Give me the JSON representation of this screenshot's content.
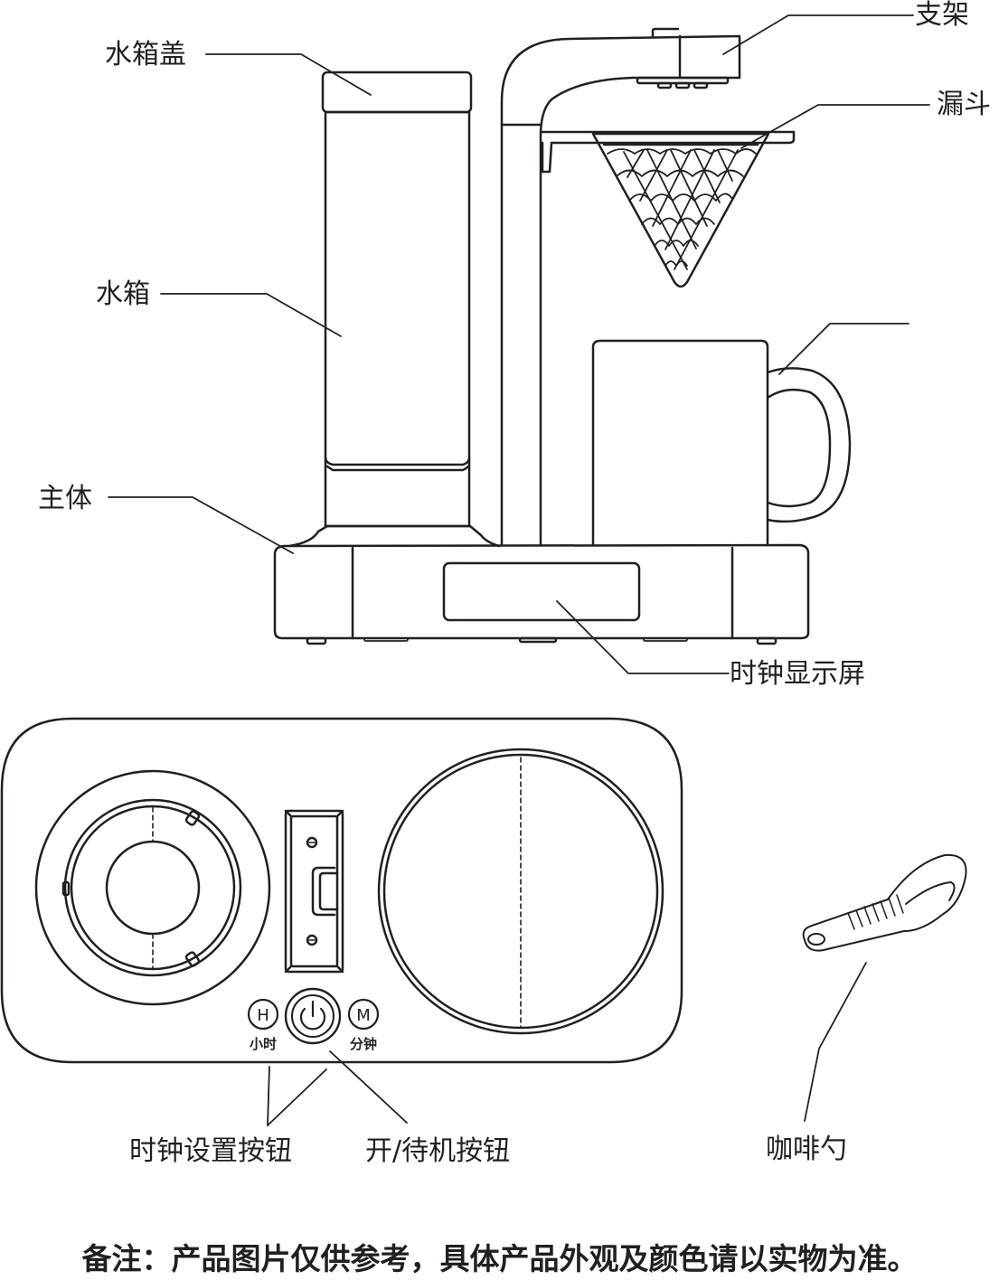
{
  "labels": {
    "stand": "支架",
    "tank_lid": "水箱盖",
    "funnel": "漏斗",
    "water_tank": "水箱",
    "main_body": "主体",
    "clock_display": "时钟显示屏",
    "clock_set_buttons": "时钟设置按钮",
    "power_button": "开/待机按钮",
    "coffee_spoon": "咖啡勺"
  },
  "buttons": {
    "hour_letter": "H",
    "hour_label": "小时",
    "minute_letter": "M",
    "minute_label": "分钟"
  },
  "icons": {
    "power": "power-icon"
  },
  "footer_note": "备注：产品图片仅供参考，具体产品外观及颜色请以实物为准。",
  "colors": {
    "line": "#231f20",
    "background": "#ffffff"
  }
}
